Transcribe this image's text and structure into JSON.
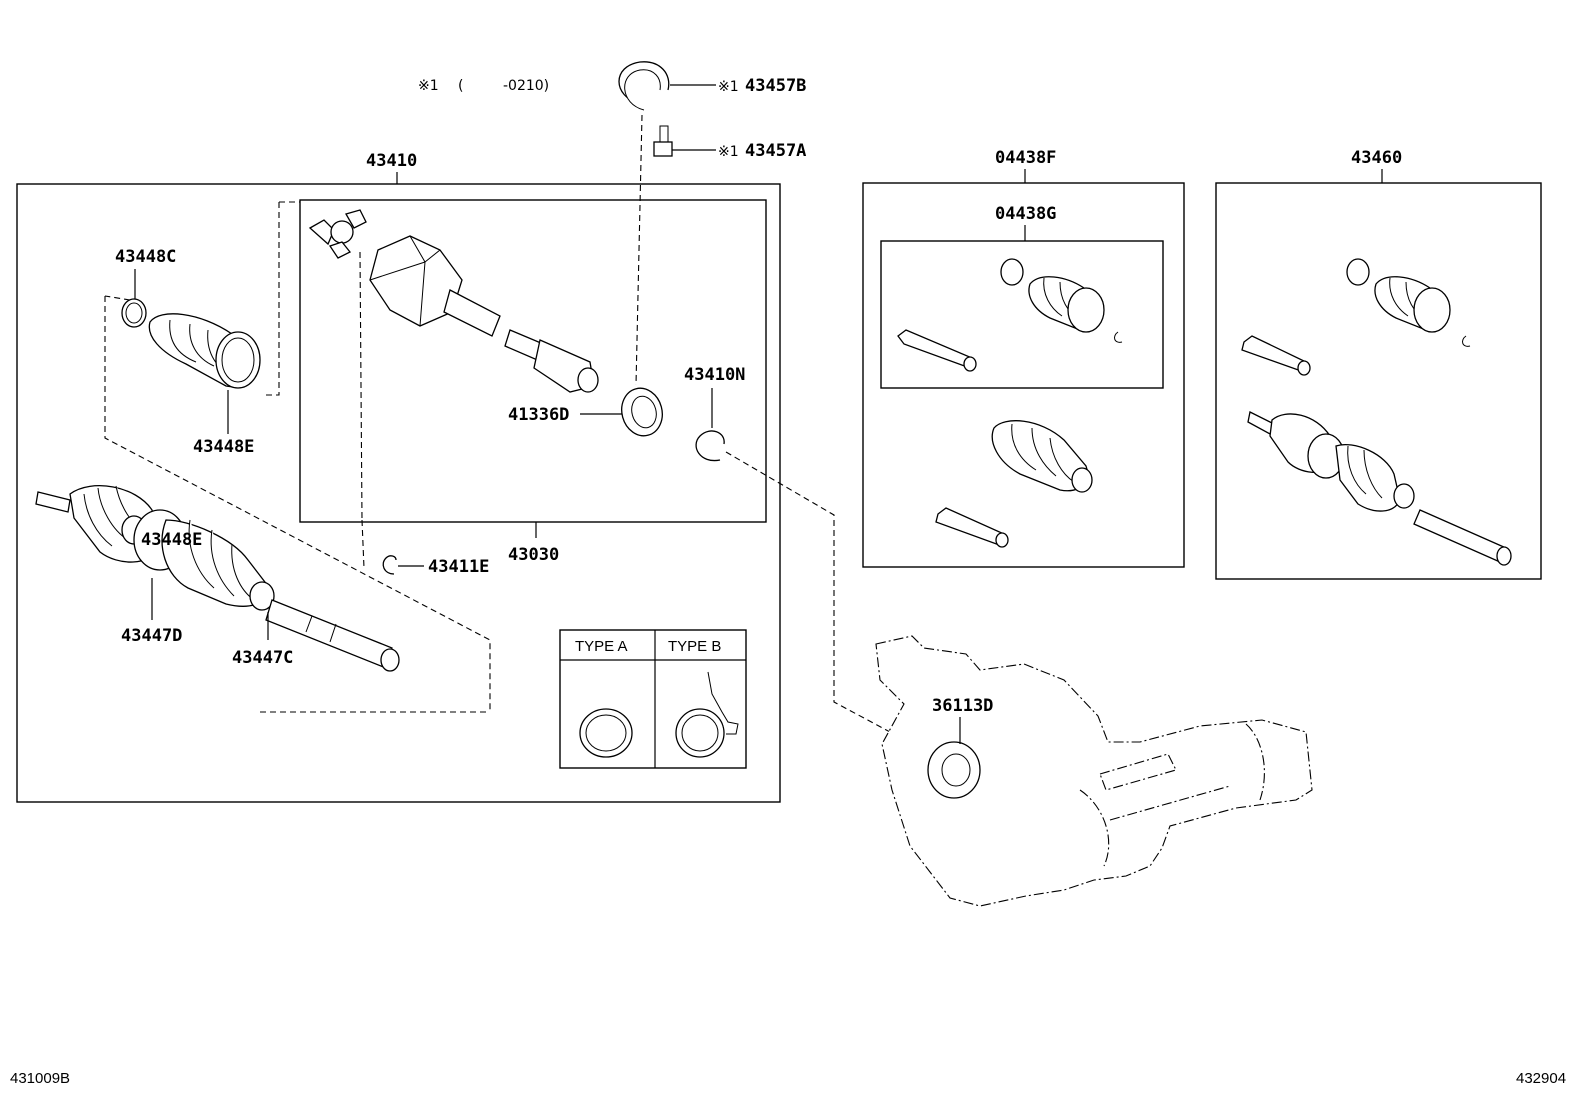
{
  "note": {
    "symbol": "※1",
    "range_open": "(",
    "range_value": "-0210)"
  },
  "callouts": {
    "p43457B": {
      "marker": "※1",
      "number": "43457B"
    },
    "p43457A": {
      "marker": "※1",
      "number": "43457A"
    },
    "p43410": "43410",
    "p43448C": "43448C",
    "p43448E_top": "43448E",
    "p41336D": "41336D",
    "p43410N": "43410N",
    "p43030": "43030",
    "p43411E": "43411E",
    "p43448E_mid": "43448E",
    "p43447D": "43447D",
    "p43447C": "43447C",
    "p04438F": "04438F",
    "p04438G": "04438G",
    "p43460": "43460",
    "p36113D": "36113D"
  },
  "types": {
    "a": "TYPE A",
    "b": "TYPE B"
  },
  "footer": {
    "left_code": "431009B",
    "right_code": "432904"
  }
}
